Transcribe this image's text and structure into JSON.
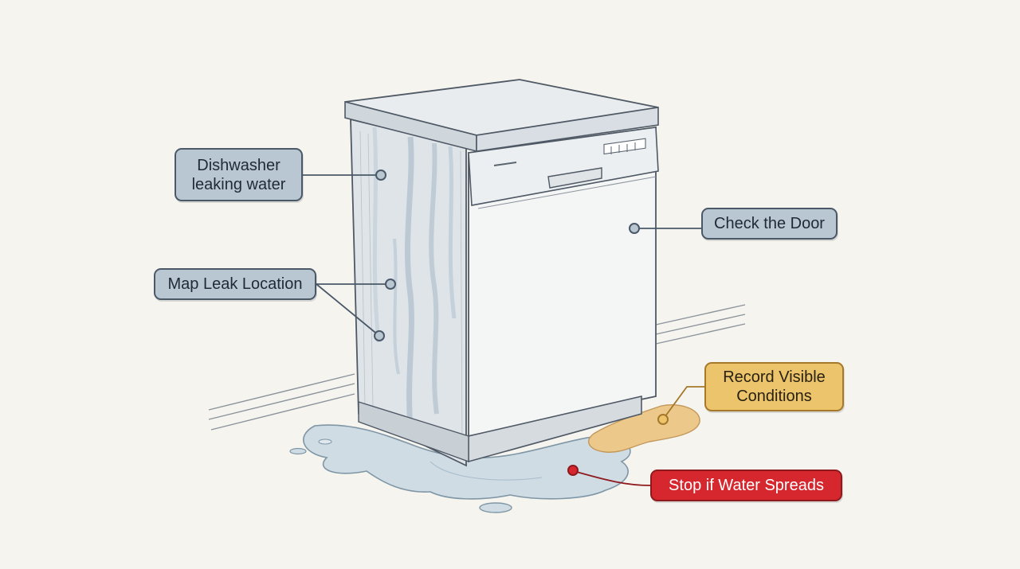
{
  "diagram": {
    "labels": {
      "leaking": {
        "line1": "Dishwasher",
        "line2": "leaking water"
      },
      "map": {
        "text": "Map Leak Location"
      },
      "door": {
        "text": "Check the Door"
      },
      "record": {
        "line1": "Record Visible",
        "line2": "Conditions"
      },
      "stop": {
        "text": "Stop if Water Spreads"
      }
    },
    "colors": {
      "background": "#f5f4ee",
      "callout_blue": "#b9c7d2",
      "callout_border": "#4a5868",
      "record_amber": "#ecc46b",
      "stop_red": "#d6272e"
    }
  }
}
